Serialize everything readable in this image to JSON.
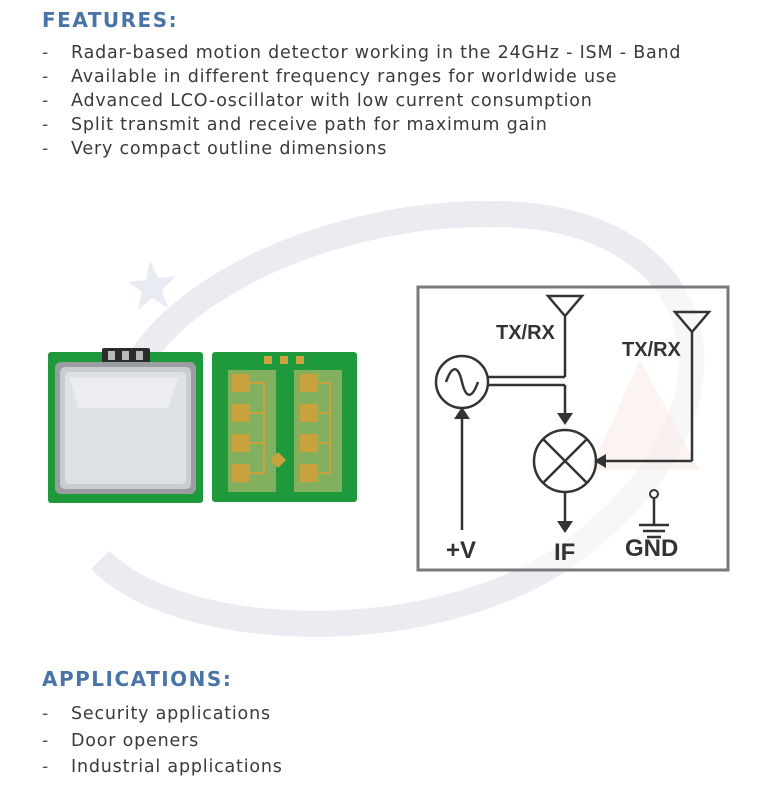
{
  "features": {
    "title": "FEATURES:",
    "items": [
      "Radar-based motion detector working in the 24GHz - ISM - Band",
      "Available in different frequency ranges for worldwide use",
      "Advanced LCO-oscillator with low current consumption",
      "Split transmit and receive path for maximum gain",
      "Very compact outline dimensions"
    ]
  },
  "diagram": {
    "tx_rx_left": "TX/RX",
    "tx_rx_right": "TX/RX",
    "supply": "+V",
    "output": "IF",
    "ground": "GND"
  },
  "applications": {
    "title": "APPLICATIONS:",
    "items": [
      "Security applications",
      "Door openers",
      "Industrial applications"
    ]
  },
  "colors": {
    "heading": "#4a74a6",
    "pcb_green": "#1e9a3c",
    "gold_pad": "#c9a23e",
    "diagram_stroke": "#333333",
    "diagram_frame": "#7a7a7a"
  }
}
